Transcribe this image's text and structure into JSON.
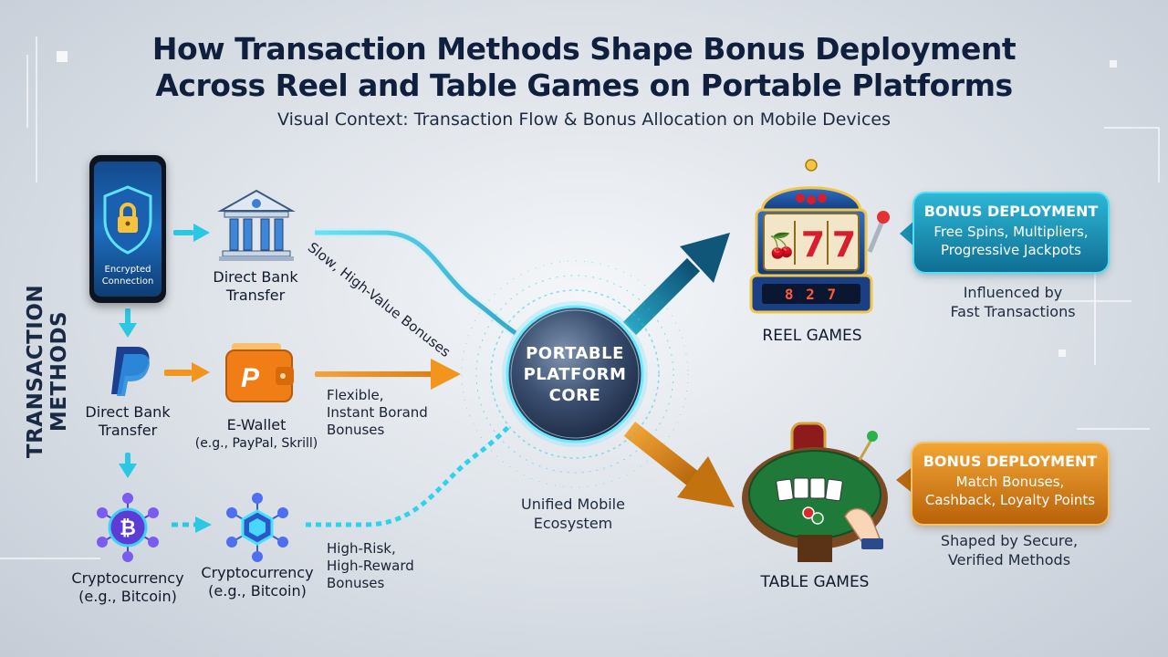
{
  "title": {
    "line1": "How Transaction Methods Shape Bonus Deployment",
    "line2": "Across Reel and Table Games on Portable Platforms",
    "subtitle": "Visual Context: Transaction Flow & Bonus Allocation on Mobile Devices"
  },
  "side_label": "TRANSACTION METHODS",
  "phone": {
    "label_line1": "Encrypted",
    "label_line2": "Connection"
  },
  "nodes": {
    "bank": {
      "label_line1": "Direct Bank",
      "label_line2": "Transfer"
    },
    "paypal": {
      "label_line1": "Direct Bank",
      "label_line2": "Transfer"
    },
    "ewallet": {
      "label_line1": "E-Wallet",
      "label_line2": "(e.g., PayPal, Skrill)"
    },
    "crypto_left": {
      "label_line1": "Cryptocurrency",
      "label_line2": "(e.g., Bitcoin)"
    },
    "crypto_mid": {
      "label_line1": "Cryptocurrency",
      "label_line2": "(e.g., Bitcoin)"
    }
  },
  "flows": {
    "bank": "Slow, High-Value Bonuses",
    "ewallet": {
      "line1": "Flexible,",
      "line2": "Instant Borand",
      "line3": "Bonuses"
    },
    "crypto": {
      "line1": "High-Risk,",
      "line2": "High-Reward",
      "line3": "Bonuses"
    }
  },
  "core": {
    "line1": "PORTABLE",
    "line2": "PLATFORM",
    "line3": "CORE"
  },
  "ecosystem": {
    "line1": "Unified Mobile",
    "line2": "Ecosystem"
  },
  "reel": {
    "label": "REEL GAMES",
    "slot_symbols": [
      "🍒",
      "7",
      "7"
    ],
    "counter": "8 2 7",
    "bonus": {
      "title": "BONUS DEPLOYMENT",
      "line1": "Free Spins, Multipliers,",
      "line2": "Progressive Jackpots"
    },
    "note": {
      "line1": "Influenced by",
      "line2": "Fast Transactions"
    }
  },
  "table": {
    "label": "TABLE GAMES",
    "bonus": {
      "title": "BONUS DEPLOYMENT",
      "line1": "Match Bonuses,",
      "line2": "Cashback, Loyalty Points"
    },
    "note": {
      "line1": "Shaped by Secure,",
      "line2": "Verified Methods"
    }
  },
  "colors": {
    "teal": "#16b8d4",
    "orange": "#f3941c",
    "navy": "#0f1f3d",
    "purple": "#6b46d8"
  }
}
